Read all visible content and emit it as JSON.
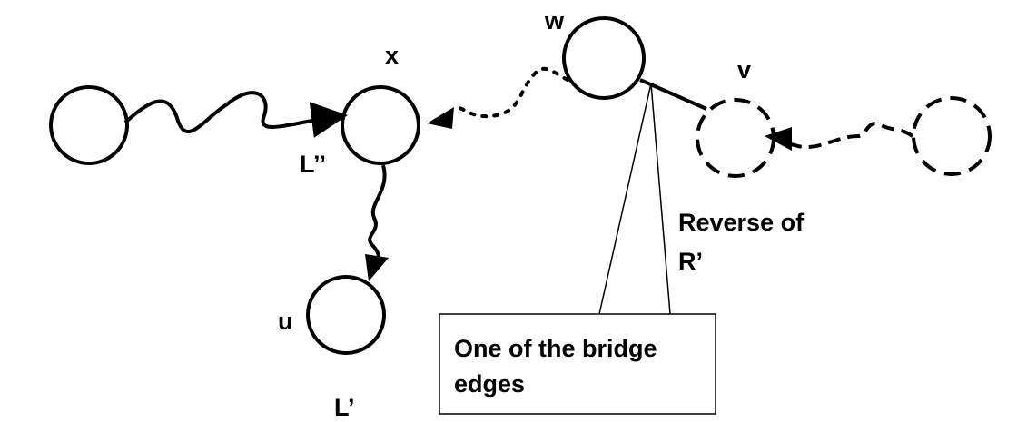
{
  "colors": {
    "stroke": "#000000",
    "background": "#ffffff"
  },
  "nodes": {
    "x_label": "x",
    "w_label": "w",
    "v_label": "v",
    "u_label": "u"
  },
  "labels": {
    "l_double_prime": "L’’",
    "l_prime": "L’",
    "reverse_line1": "Reverse of",
    "reverse_line2": "R’"
  },
  "callout": {
    "line1": "One of the bridge",
    "line2": "edges"
  }
}
